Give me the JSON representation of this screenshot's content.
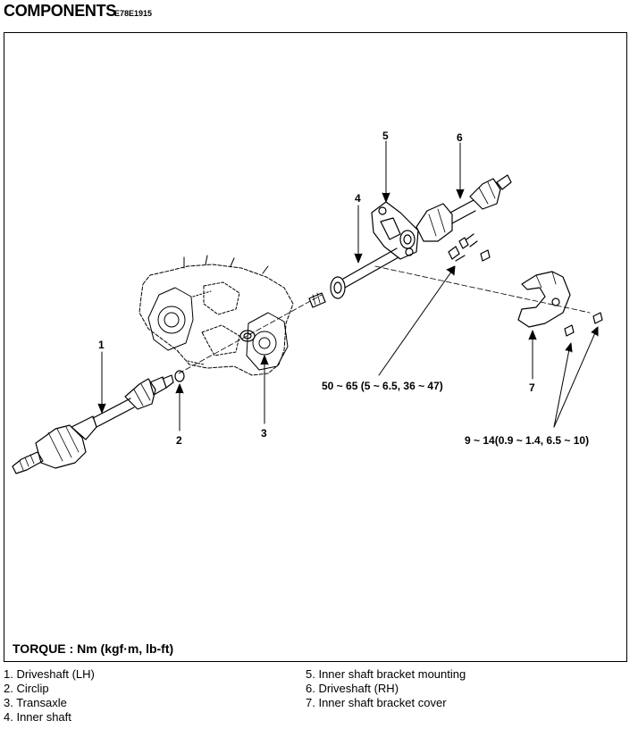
{
  "header": {
    "title": "COMPONENTS",
    "code": "E78E1915"
  },
  "callouts": {
    "c1": "1",
    "c2": "2",
    "c3": "3",
    "c4": "4",
    "c5": "5",
    "c6": "6",
    "c7": "7"
  },
  "torque_specs": {
    "bracket_bolts": "50 ~ 65 (5 ~ 6.5, 36 ~ 47)",
    "cover_bolts": "9 ~ 14(0.9 ~ 1.4, 6.5 ~ 10)"
  },
  "torque_unit_label": "TORQUE : Nm (kgf·m, lb-ft)",
  "legend": {
    "left": [
      "1. Driveshaft (LH)",
      "2. Circlip",
      "3. Transaxle",
      "4. Inner shaft"
    ],
    "right": [
      "5. Inner shaft bracket mounting",
      "6. Driveshaft (RH)",
      "7. Inner shaft bracket cover"
    ]
  }
}
